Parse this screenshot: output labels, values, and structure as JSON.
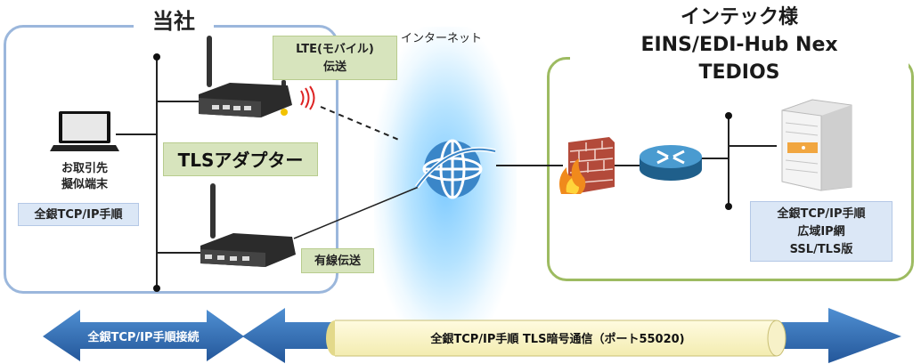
{
  "left_company": {
    "title": "当社",
    "adapter_label": "TLSアダプター",
    "client_label_line1": "お取引先",
    "client_label_line2": "擬似端末",
    "client_protocol": "全銀TCP/IP手順",
    "lte_line1": "LTE(モバイル)",
    "lte_line2": "伝送",
    "wired_label": "有線伝送"
  },
  "internet_label": "インターネット",
  "right_company": {
    "title_line1": "インテック様",
    "title_line2": "EINS/EDI-Hub Nex",
    "title_line3": "TEDIOS",
    "server_line1": "全銀TCP/IP手順",
    "server_line2": "広域IP網",
    "server_line3": "SSL/TLS版"
  },
  "arrows": {
    "left_label": "全銀TCP/IP手順接続",
    "right_label": "全銀TCP/IP手順 TLS暗号通信（ポート55020)"
  },
  "colors": {
    "blue_box": "#9bb7dc",
    "green_box": "#9dbb61",
    "tag_green": "#d7e4bd",
    "tag_blue": "#dbe7f6",
    "arrow_blue": "#2d6bb3"
  }
}
